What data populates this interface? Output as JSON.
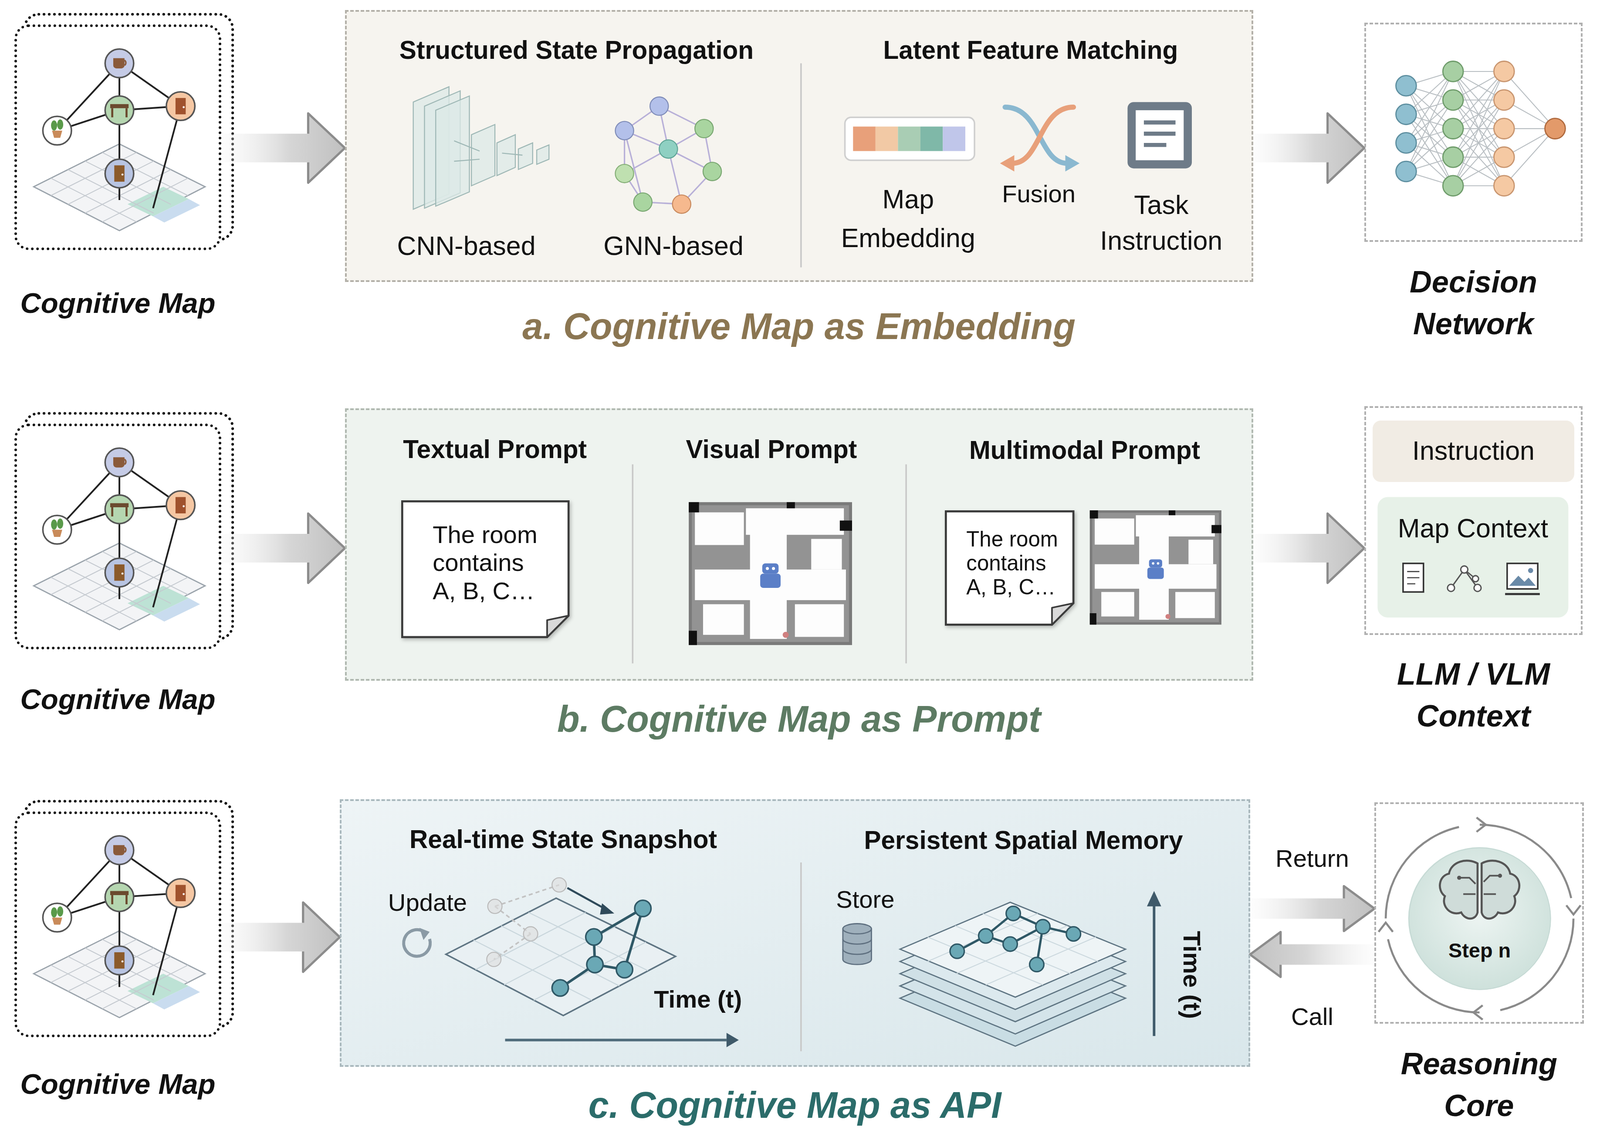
{
  "diagram": {
    "nodes": [
      {
        "text": [
          "Cognitive Map"
        ]
      },
      {
        "text": [
          "a. Cognitive Map as Embedding"
        ]
      },
      {
        "text": [
          "Decision Network"
        ]
      },
      {
        "text": [
          "Cognitive Map"
        ]
      },
      {
        "text": [
          "b. Cognitive Map as Prompt"
        ]
      },
      {
        "text": [
          "The room contains A, B, C…"
        ],
        "in": 4
      },
      {
        "text": [
          "The room contains A, B, C…"
        ],
        "in": 4
      },
      {
        "text": [
          "LLM / VLM Context"
        ]
      },
      {
        "text": [
          "Instruction"
        ],
        "in": 7
      },
      {
        "text": [
          "Map Context"
        ],
        "in": 7
      },
      {
        "text": [
          "Cognitive Map"
        ]
      },
      {
        "text": [
          "c. Cognitive Map as API"
        ]
      },
      {
        "text": [
          "Reasoning Core"
        ]
      },
      {
        "text": [
          "Step n"
        ],
        "in": 12
      }
    ],
    "edges": [
      {
        "from": 0,
        "to": 1,
        "arrow": "to"
      },
      {
        "from": 1,
        "to": 2,
        "arrow": "to"
      },
      {
        "from": 3,
        "to": 4,
        "arrow": "to"
      },
      {
        "from": 4,
        "to": 7,
        "arrow": "to"
      },
      {
        "from": 10,
        "to": 11,
        "arrow": "to"
      },
      {
        "from": 11,
        "to": 12,
        "label": "Return",
        "arrow": "to"
      },
      {
        "from": 12,
        "to": 11,
        "label": "Call",
        "arrow": "to"
      }
    ],
    "labels": [
      "Structured State Propagation",
      "CNN-based",
      "GNN-based",
      "Latent Feature Matching",
      "Map Embedding",
      "Fusion",
      "Task Instruction",
      "Textual Prompt",
      "Visual Prompt",
      "Multimodal Prompt",
      "Real-time State Snapshot",
      "Update",
      "Time (t)",
      "Persistent Spatial Memory",
      "Store",
      "Time (t)"
    ]
  }
}
